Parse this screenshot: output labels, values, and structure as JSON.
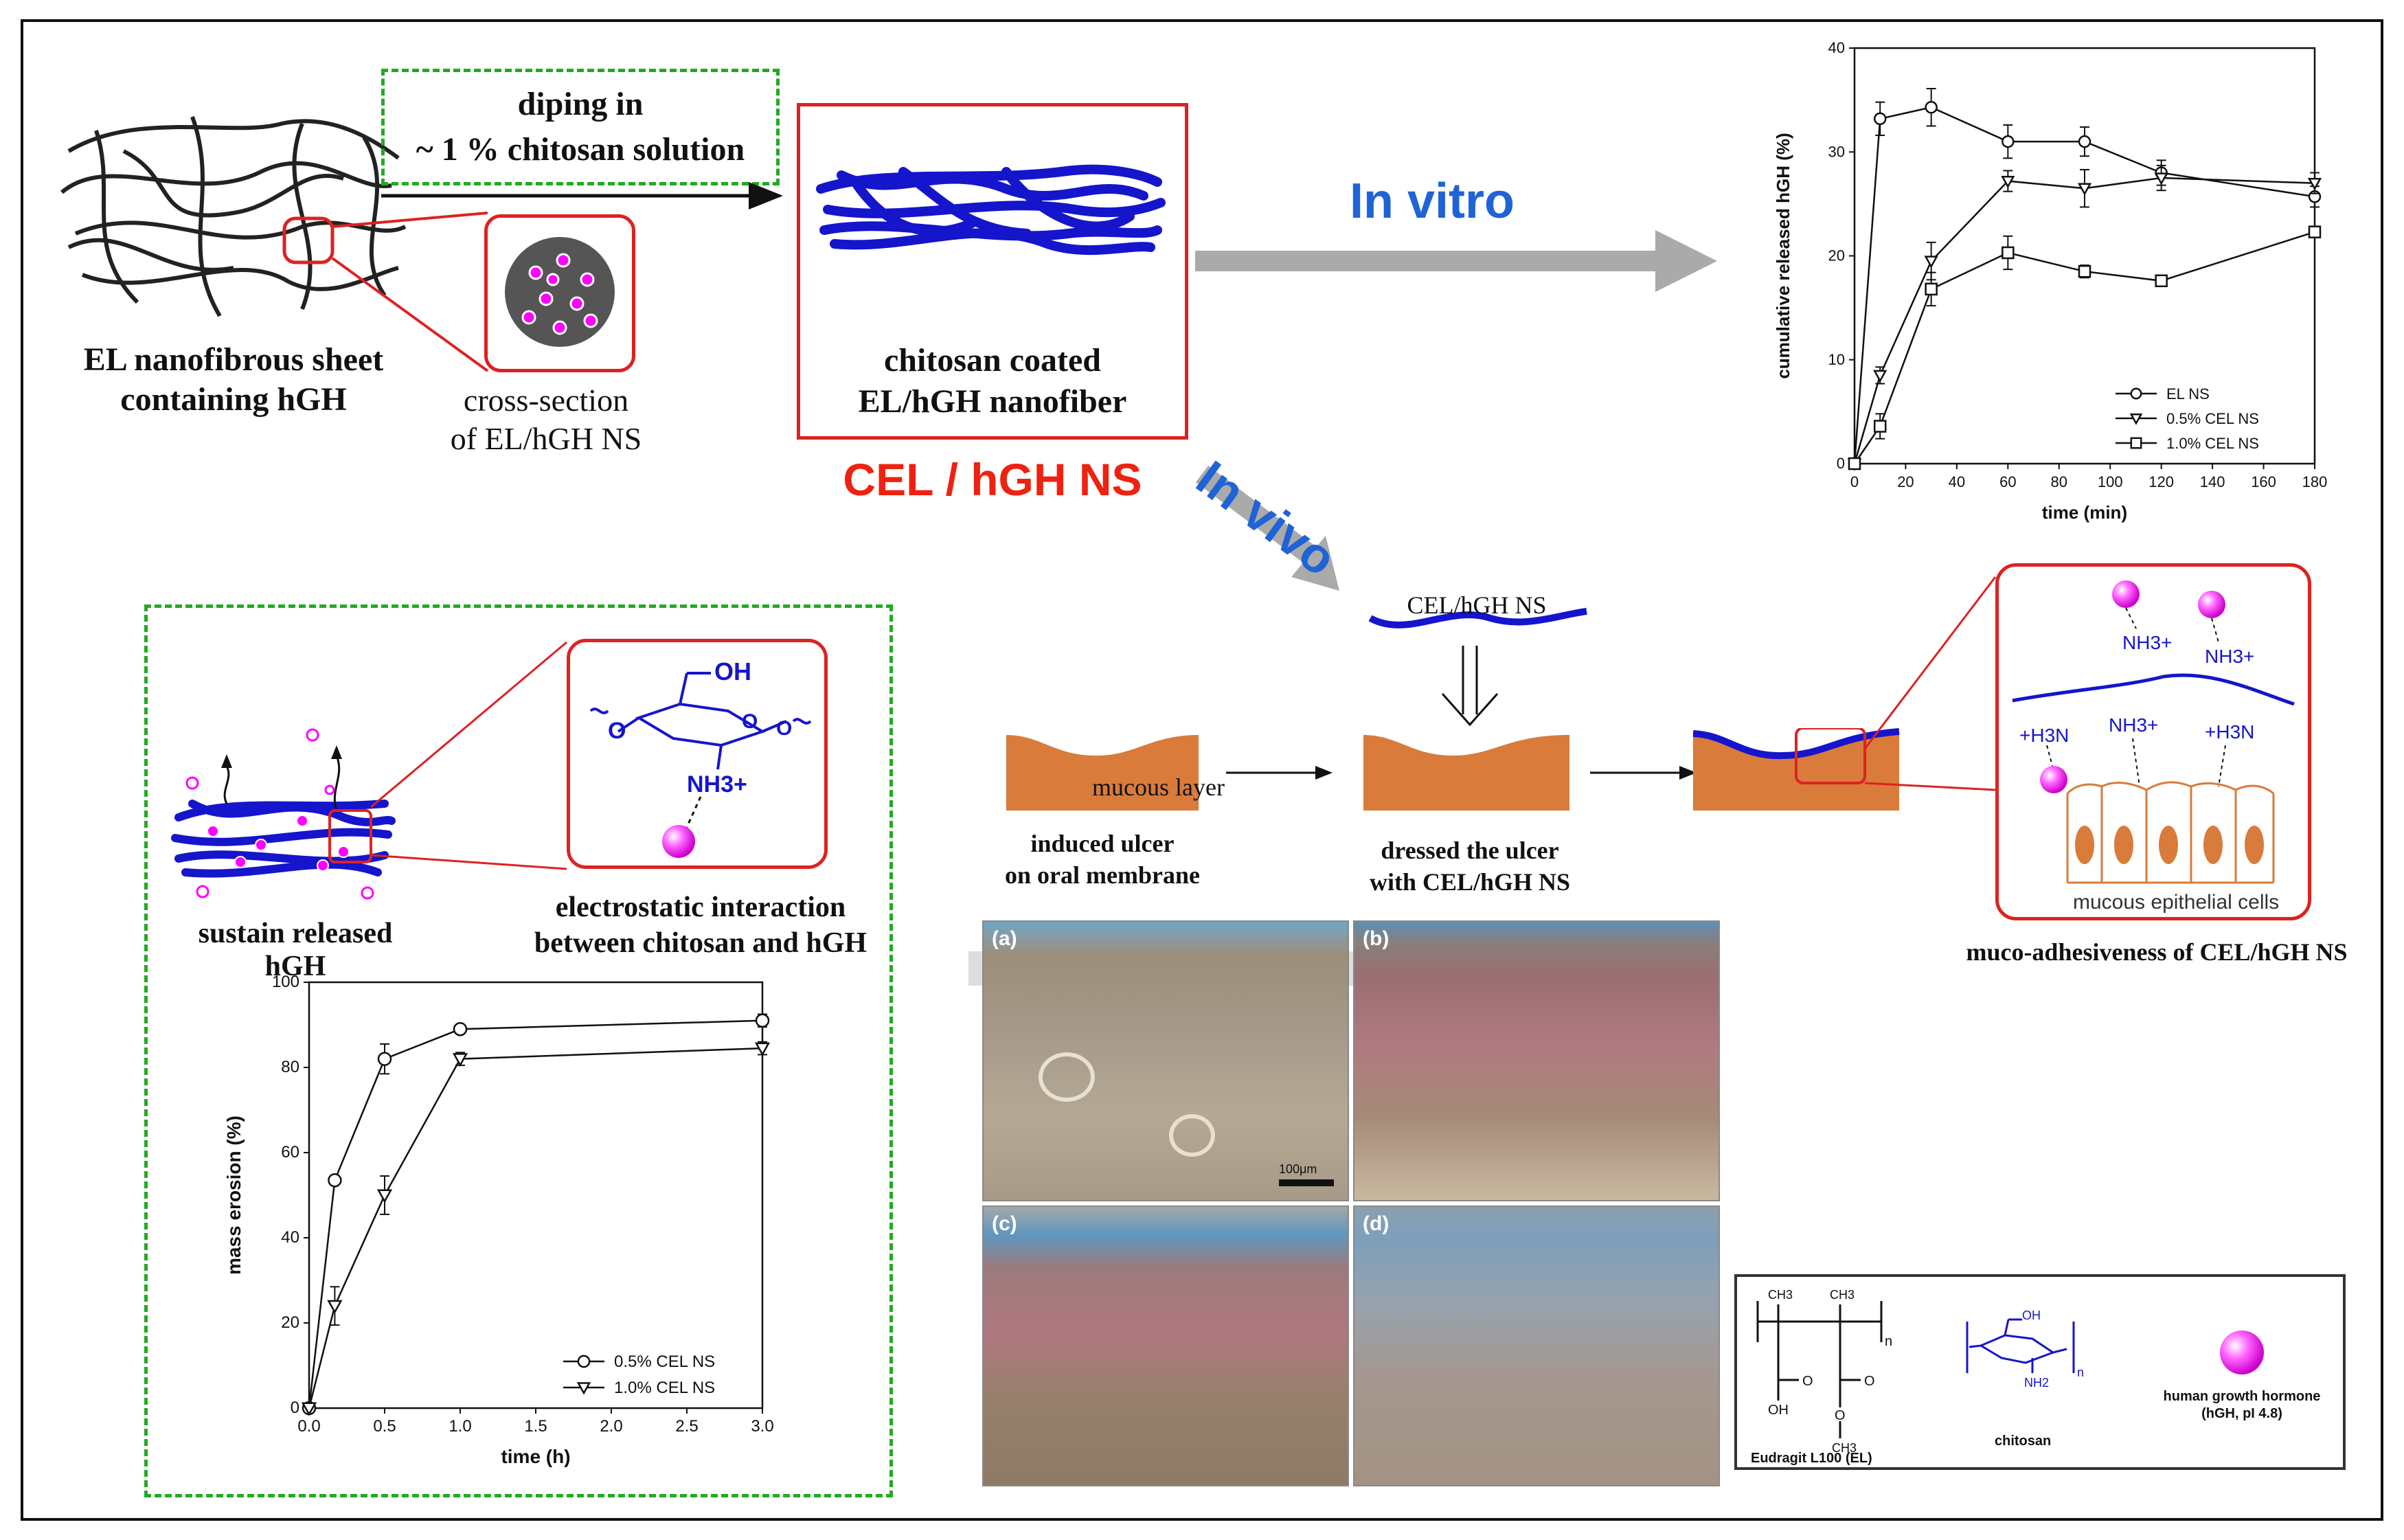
{
  "top": {
    "dip_text_line1": "diping in",
    "dip_text_line2": "~ 1 % chitosan solution",
    "el_sheet_label_line1": "EL nanofibrous sheet",
    "el_sheet_label_line2": "containing hGH",
    "cross_section_line1": "cross-section",
    "cross_section_line2": "of EL/hGH NS",
    "coated_label_line1": "chitosan coated",
    "coated_label_line2": "EL/hGH nanofiber",
    "cel_label": "CEL / hGH NS",
    "in_vitro": "In vitro",
    "in_vivo": "In vivo"
  },
  "release_chart": {
    "ylabel": "cumulative released hGH (%)",
    "xlabel": "time (min)",
    "xticks": [
      "0",
      "20",
      "40",
      "60",
      "80",
      "100",
      "120",
      "140",
      "160",
      "180"
    ],
    "yticks": [
      "0",
      "10",
      "20",
      "30",
      "40"
    ],
    "legend": [
      "EL NS",
      "0.5% CEL NS",
      "1.0% CEL NS"
    ]
  },
  "erosion_chart": {
    "ylabel": "mass erosion (%)",
    "xlabel": "time (h)",
    "xticks": [
      "0.0",
      "0.5",
      "1.0",
      "1.5",
      "2.0",
      "2.5",
      "3.0"
    ],
    "yticks": [
      "0",
      "20",
      "40",
      "60",
      "80",
      "100"
    ],
    "legend": [
      "0.5% CEL NS",
      "1.0% CEL NS"
    ]
  },
  "mechanism": {
    "sustain_label": "sustain released hGH",
    "electro_line1": "electrostatic interaction",
    "electro_line2": "between chitosan and hGH",
    "oh": "OH",
    "nh3": "NH3+"
  },
  "in_vivo": {
    "cel_ns_label": "CEL/hGH NS",
    "mucous_layer": "mucous layer",
    "ulcer_line1": "induced ulcer",
    "ulcer_line2": "on oral membrane",
    "dressed_line1": "dressed the ulcer",
    "dressed_line2": "with CEL/hGH NS",
    "muco_label": "muco-adhesiveness of CEL/hGH NS",
    "epithelial": "mucous epithelial cells",
    "nh3": "NH3+",
    "h3n": "+H3N"
  },
  "photos": {
    "a": "(a)",
    "b": "(b)",
    "c": "(c)",
    "d": "(d)",
    "scale": "100μm"
  },
  "legend_box": {
    "eudragit": "Eudragit L100 (EL)",
    "chitosan": "chitosan",
    "hgh_line1": "human growth hormone",
    "hgh_line2": "(hGH, pI 4.8)",
    "ch3": "CH3",
    "oh": "OH",
    "o": "O",
    "n": "n",
    "nh2": "NH2"
  },
  "chart_data": [
    {
      "type": "line",
      "xlabel": "time (min)",
      "ylabel": "cumulative released hGH (%)",
      "xlim": [
        0,
        180
      ],
      "ylim": [
        0,
        40
      ],
      "legend_position": "bottom-right",
      "series": [
        {
          "name": "EL NS",
          "marker": "circle",
          "x": [
            0,
            10,
            30,
            60,
            90,
            120,
            180
          ],
          "y": [
            0,
            33.2,
            34.3,
            31.0,
            31.0,
            28.0,
            25.7
          ],
          "err": [
            0,
            1.6,
            1.8,
            1.6,
            1.4,
            1.2,
            1.0
          ]
        },
        {
          "name": "0.5% CEL NS",
          "marker": "triangle-down",
          "x": [
            0,
            10,
            30,
            60,
            90,
            120,
            180
          ],
          "y": [
            0,
            8.5,
            19.5,
            27.2,
            26.5,
            27.5,
            27.0
          ],
          "err": [
            0,
            0.8,
            1.8,
            1.0,
            1.8,
            1.2,
            1.0
          ]
        },
        {
          "name": "1.0% CEL NS",
          "marker": "square",
          "x": [
            0,
            10,
            30,
            60,
            90,
            120,
            180
          ],
          "y": [
            0,
            3.6,
            16.8,
            20.3,
            18.5,
            17.6,
            22.3
          ],
          "err": [
            0,
            1.2,
            1.6,
            1.6,
            0.6,
            0.4,
            0.5
          ]
        }
      ]
    },
    {
      "type": "line",
      "xlabel": "time (h)",
      "ylabel": "mass erosion (%)",
      "xlim": [
        0,
        3
      ],
      "ylim": [
        0,
        100
      ],
      "legend_position": "bottom-right",
      "series": [
        {
          "name": "0.5% CEL NS",
          "marker": "circle",
          "x": [
            0,
            0.17,
            0.5,
            1.0,
            3.0
          ],
          "y": [
            0,
            53.5,
            82,
            89,
            91
          ],
          "err": [
            0,
            0.5,
            3.5,
            1.0,
            1.5
          ]
        },
        {
          "name": "1.0% CEL NS",
          "marker": "triangle-down",
          "x": [
            0,
            0.17,
            0.5,
            1.0,
            3.0
          ],
          "y": [
            0,
            24,
            50,
            82,
            84.5
          ],
          "err": [
            0,
            4.5,
            4.5,
            1.5,
            1.5
          ]
        }
      ]
    }
  ]
}
